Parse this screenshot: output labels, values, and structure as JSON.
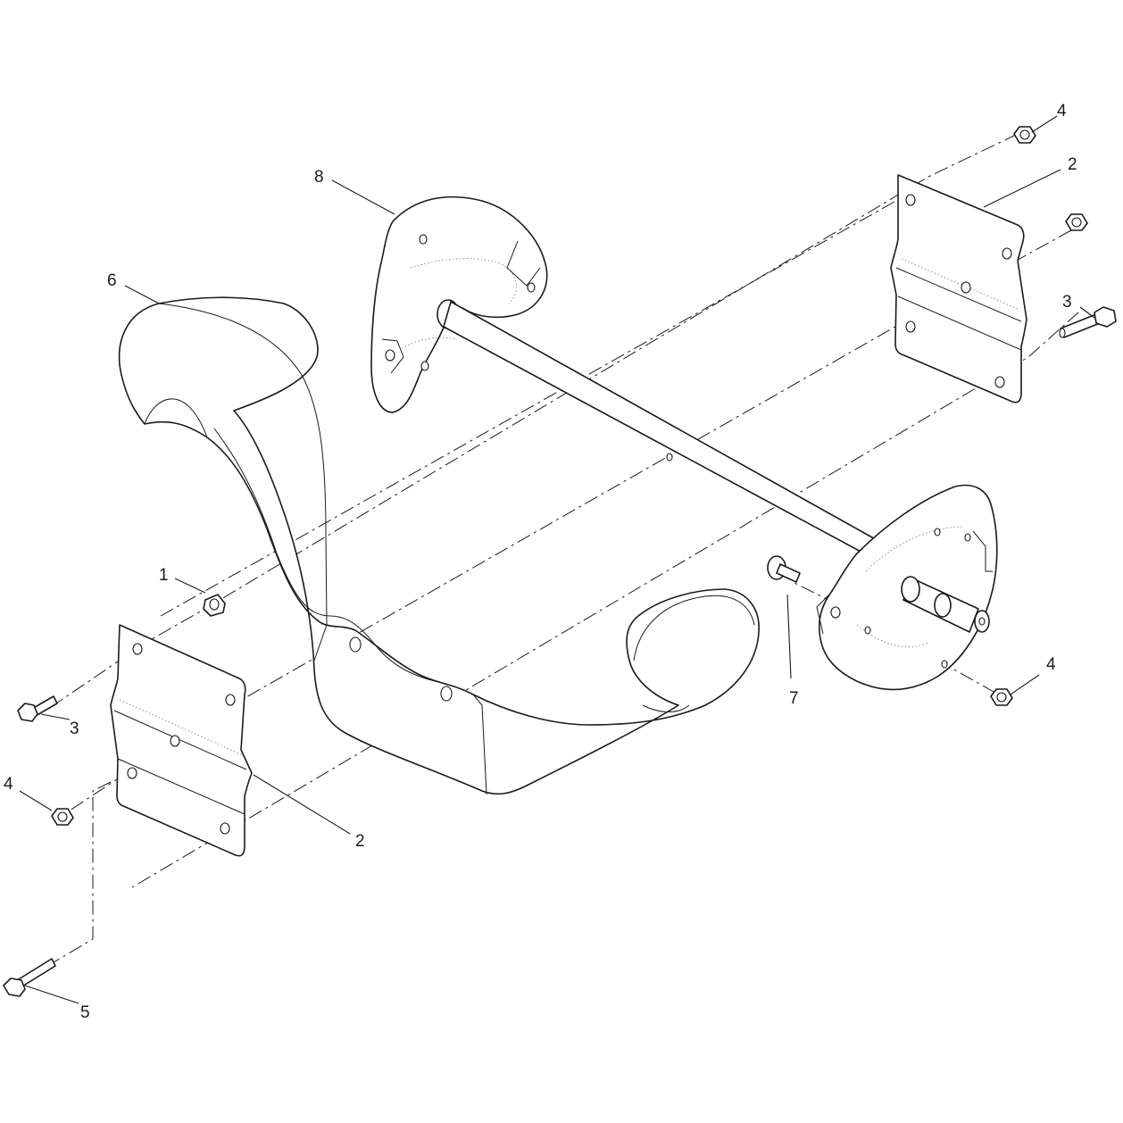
{
  "diagram": {
    "callouts": [
      {
        "id": "c1",
        "label": "1"
      },
      {
        "id": "c2a",
        "label": "2"
      },
      {
        "id": "c2b",
        "label": "2"
      },
      {
        "id": "c3a",
        "label": "3"
      },
      {
        "id": "c3b",
        "label": "3"
      },
      {
        "id": "c4a",
        "label": "4"
      },
      {
        "id": "c4b",
        "label": "4"
      },
      {
        "id": "c4c",
        "label": "4"
      },
      {
        "id": "c5",
        "label": "5"
      },
      {
        "id": "c6",
        "label": "6"
      },
      {
        "id": "c7",
        "label": "7"
      },
      {
        "id": "c8",
        "label": "8"
      }
    ],
    "colors": {
      "line": "#1a1a1a",
      "background": "#ffffff"
    }
  }
}
